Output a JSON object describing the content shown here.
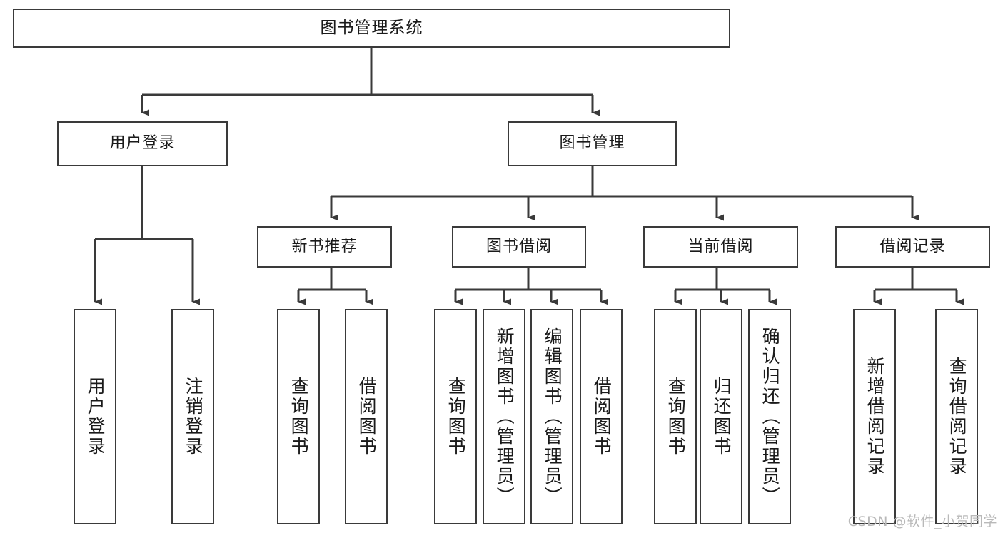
{
  "diagram": {
    "type": "tree",
    "title": "图书管理系统",
    "watermark": "CSDN @软件_小贺同学",
    "colors": {
      "stroke": "#3a3a3a",
      "fill": "#ffffff",
      "text": "#1a1a1a",
      "watermark": "#b9b9b9"
    },
    "nodes": {
      "root": {
        "label": "图书管理系统"
      },
      "level2": [
        {
          "label": "用户登录"
        },
        {
          "label": "图书管理"
        }
      ],
      "level3": [
        {
          "label": "新书推荐"
        },
        {
          "label": "图书借阅"
        },
        {
          "label": "当前借阅"
        },
        {
          "label": "借阅记录"
        }
      ],
      "leaves": {
        "user_login": [
          {
            "label": "用户登录"
          },
          {
            "label": "注销登录"
          }
        ],
        "new_book_recommend": [
          {
            "label": "查询图书"
          },
          {
            "label": "借阅图书"
          }
        ],
        "book_borrow": [
          {
            "label": "查询图书"
          },
          {
            "label": "新增图书（管理员）"
          },
          {
            "label": "编辑图书（管理员）"
          },
          {
            "label": "借阅图书"
          }
        ],
        "current_borrow": [
          {
            "label": "查询图书"
          },
          {
            "label": "归还图书"
          },
          {
            "label": "确认归还（管理员）"
          }
        ],
        "borrow_record": [
          {
            "label": "新增借阅记录"
          },
          {
            "label": "查询借阅记录"
          }
        ]
      }
    }
  }
}
